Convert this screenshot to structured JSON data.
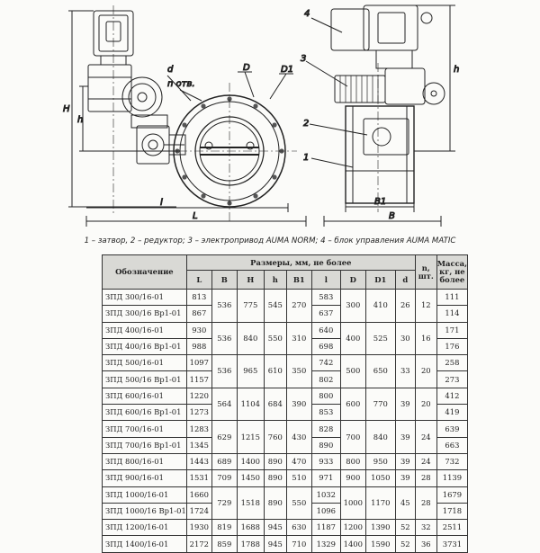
{
  "drawing": {
    "callouts": [
      "4",
      "3",
      "2",
      "1"
    ],
    "dimension_labels": {
      "H": "H",
      "h_left": "h",
      "d": "d",
      "n_holes": "n отв.",
      "D": "D",
      "D1": "D1",
      "l": "l",
      "L": "L",
      "h_right": "h",
      "B1": "B1",
      "B": "B"
    }
  },
  "caption": "1 – затвор, 2 – редуктор; 3 – электропривод AUMA NORM; 4 – блок управления AUMA MATIC",
  "table": {
    "headers": {
      "designation": "Обозначение",
      "dimensions": "Размеры, мм, не более",
      "columns": [
        "L",
        "B",
        "H",
        "h",
        "B1",
        "l",
        "D",
        "D1",
        "d"
      ],
      "n": "n, шт.",
      "mass": "Масса, кг, не более"
    },
    "groups": [
      {
        "rows": [
          {
            "name": "ЗПД 300/16-01",
            "L": "813",
            "l": "583",
            "mass": "111"
          },
          {
            "name": "ЗПД 300/16 Вр1-01",
            "L": "867",
            "l": "637",
            "mass": "114"
          }
        ],
        "B": "536",
        "H": "775",
        "h": "545",
        "B1": "270",
        "D": "300",
        "D1": "410",
        "d": "26",
        "n": "12"
      },
      {
        "rows": [
          {
            "name": "ЗПД 400/16-01",
            "L": "930",
            "l": "640",
            "mass": "171"
          },
          {
            "name": "ЗПД 400/16 Вр1-01",
            "L": "988",
            "l": "698",
            "mass": "176"
          }
        ],
        "B": "536",
        "H": "840",
        "h": "550",
        "B1": "310",
        "D": "400",
        "D1": "525",
        "d": "30",
        "n": "16"
      },
      {
        "rows": [
          {
            "name": "ЗПД 500/16-01",
            "L": "1097",
            "l": "742",
            "mass": "258"
          },
          {
            "name": "ЗПД 500/16 Вр1-01",
            "L": "1157",
            "l": "802",
            "mass": "273"
          }
        ],
        "B": "536",
        "H": "965",
        "h": "610",
        "B1": "350",
        "D": "500",
        "D1": "650",
        "d": "33",
        "n": "20"
      },
      {
        "rows": [
          {
            "name": "ЗПД 600/16-01",
            "L": "1220",
            "l": "800",
            "mass": "412"
          },
          {
            "name": "ЗПД 600/16 Вр1-01",
            "L": "1273",
            "l": "853",
            "mass": "419"
          }
        ],
        "B": "564",
        "H": "1104",
        "h": "684",
        "B1": "390",
        "D": "600",
        "D1": "770",
        "d": "39",
        "n": "20"
      },
      {
        "rows": [
          {
            "name": "ЗПД 700/16-01",
            "L": "1283",
            "l": "828",
            "mass": "639"
          },
          {
            "name": "ЗПД 700/16 Вр1-01",
            "L": "1345",
            "l": "890",
            "mass": "663"
          }
        ],
        "B": "629",
        "H": "1215",
        "h": "760",
        "B1": "430",
        "D": "700",
        "D1": "840",
        "d": "39",
        "n": "24"
      },
      {
        "rows": [
          {
            "name": "ЗПД 800/16-01",
            "L": "1443",
            "l": "933",
            "mass": "732"
          }
        ],
        "B": "689",
        "H": "1400",
        "h": "890",
        "B1": "470",
        "D": "800",
        "D1": "950",
        "d": "39",
        "n": "24"
      },
      {
        "rows": [
          {
            "name": "ЗПД 900/16-01",
            "L": "1531",
            "l": "971",
            "mass": "1139"
          }
        ],
        "B": "709",
        "H": "1450",
        "h": "890",
        "B1": "510",
        "D": "900",
        "D1": "1050",
        "d": "39",
        "n": "28"
      },
      {
        "rows": [
          {
            "name": "ЗПД 1000/16-01",
            "L": "1660",
            "l": "1032",
            "mass": "1679"
          },
          {
            "name": "ЗПД 1000/16 Вр1-01",
            "L": "1724",
            "l": "1096",
            "mass": "1718"
          }
        ],
        "B": "729",
        "H": "1518",
        "h": "890",
        "B1": "550",
        "D": "1000",
        "D1": "1170",
        "d": "45",
        "n": "28"
      },
      {
        "rows": [
          {
            "name": "ЗПД 1200/16-01",
            "L": "1930",
            "l": "1187",
            "mass": "2511"
          }
        ],
        "B": "819",
        "H": "1688",
        "h": "945",
        "B1": "630",
        "D": "1200",
        "D1": "1390",
        "d": "52",
        "n": "32"
      },
      {
        "rows": [
          {
            "name": "ЗПД 1400/16-01",
            "L": "2172",
            "l": "1329",
            "mass": "3731"
          }
        ],
        "B": "859",
        "H": "1788",
        "h": "945",
        "B1": "710",
        "D": "1400",
        "D1": "1590",
        "d": "52",
        "n": "36"
      }
    ]
  }
}
